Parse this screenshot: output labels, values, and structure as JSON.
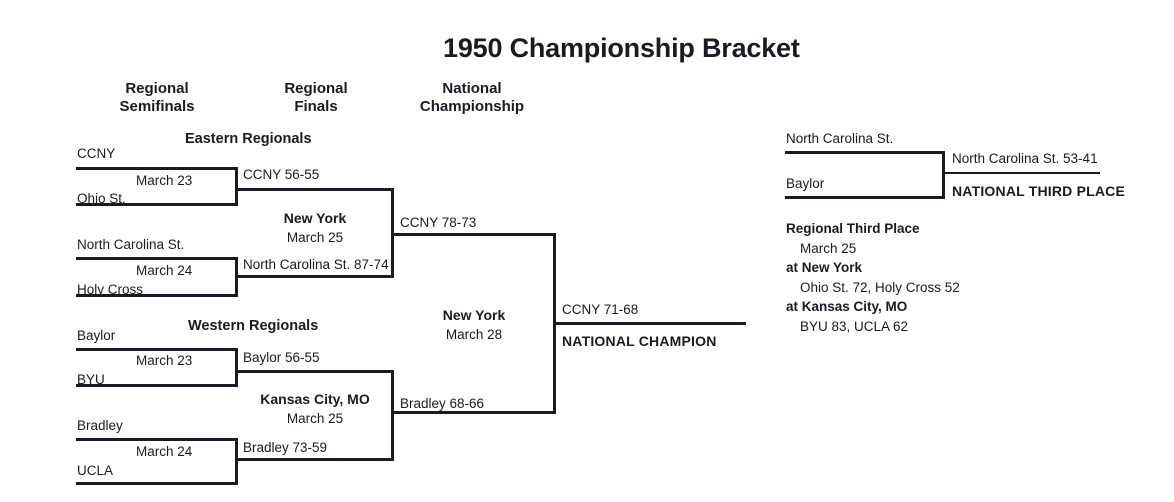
{
  "title": "1950 Championship Bracket",
  "columns": {
    "regional_semifinals": "Regional\nSemifinals",
    "regional_finals": "Regional\nFinals",
    "national_championship": "National\nChampionship"
  },
  "regions": {
    "eastern": "Eastern Regionals",
    "western": "Western Regionals"
  },
  "east": {
    "semifinal1": {
      "team_top": "CCNY",
      "team_bottom": "Ohio St.",
      "date": "March 23",
      "result": "CCNY 56-55"
    },
    "semifinal2": {
      "team_top": "North Carolina St.",
      "team_bottom": "Holy Cross",
      "date": "March 24",
      "result": "North Carolina St. 87-74"
    },
    "final": {
      "site": "New York",
      "date": "March 25",
      "result": "CCNY 78-73"
    }
  },
  "west": {
    "semifinal1": {
      "team_top": "Baylor",
      "team_bottom": "BYU",
      "date": "March 23",
      "result": "Baylor 56-55"
    },
    "semifinal2": {
      "team_top": "Bradley",
      "team_bottom": "UCLA",
      "date": "March 24",
      "result": "Bradley 73-59"
    },
    "final": {
      "site": "Kansas City, MO",
      "date": "March 25",
      "result": "Bradley 68-66"
    }
  },
  "championship": {
    "site": "New York",
    "date": "March 28",
    "result": "CCNY 71-68",
    "label": "NATIONAL CHAMPION"
  },
  "third_place": {
    "team_top": "North Carolina St.",
    "team_bottom": "Baylor",
    "result": "North Carolina St. 53-41",
    "label": "NATIONAL THIRD PLACE"
  },
  "regional_third_place": {
    "heading": "Regional Third Place",
    "date": "March 25",
    "venue1": "at New York",
    "game1": "Ohio St. 72, Holy Cross 52",
    "venue2": "at Kansas City, MO",
    "game2": "BYU 83, UCLA 62"
  },
  "colors": {
    "ink": "#1a1a24",
    "background": "#ffffff"
  }
}
